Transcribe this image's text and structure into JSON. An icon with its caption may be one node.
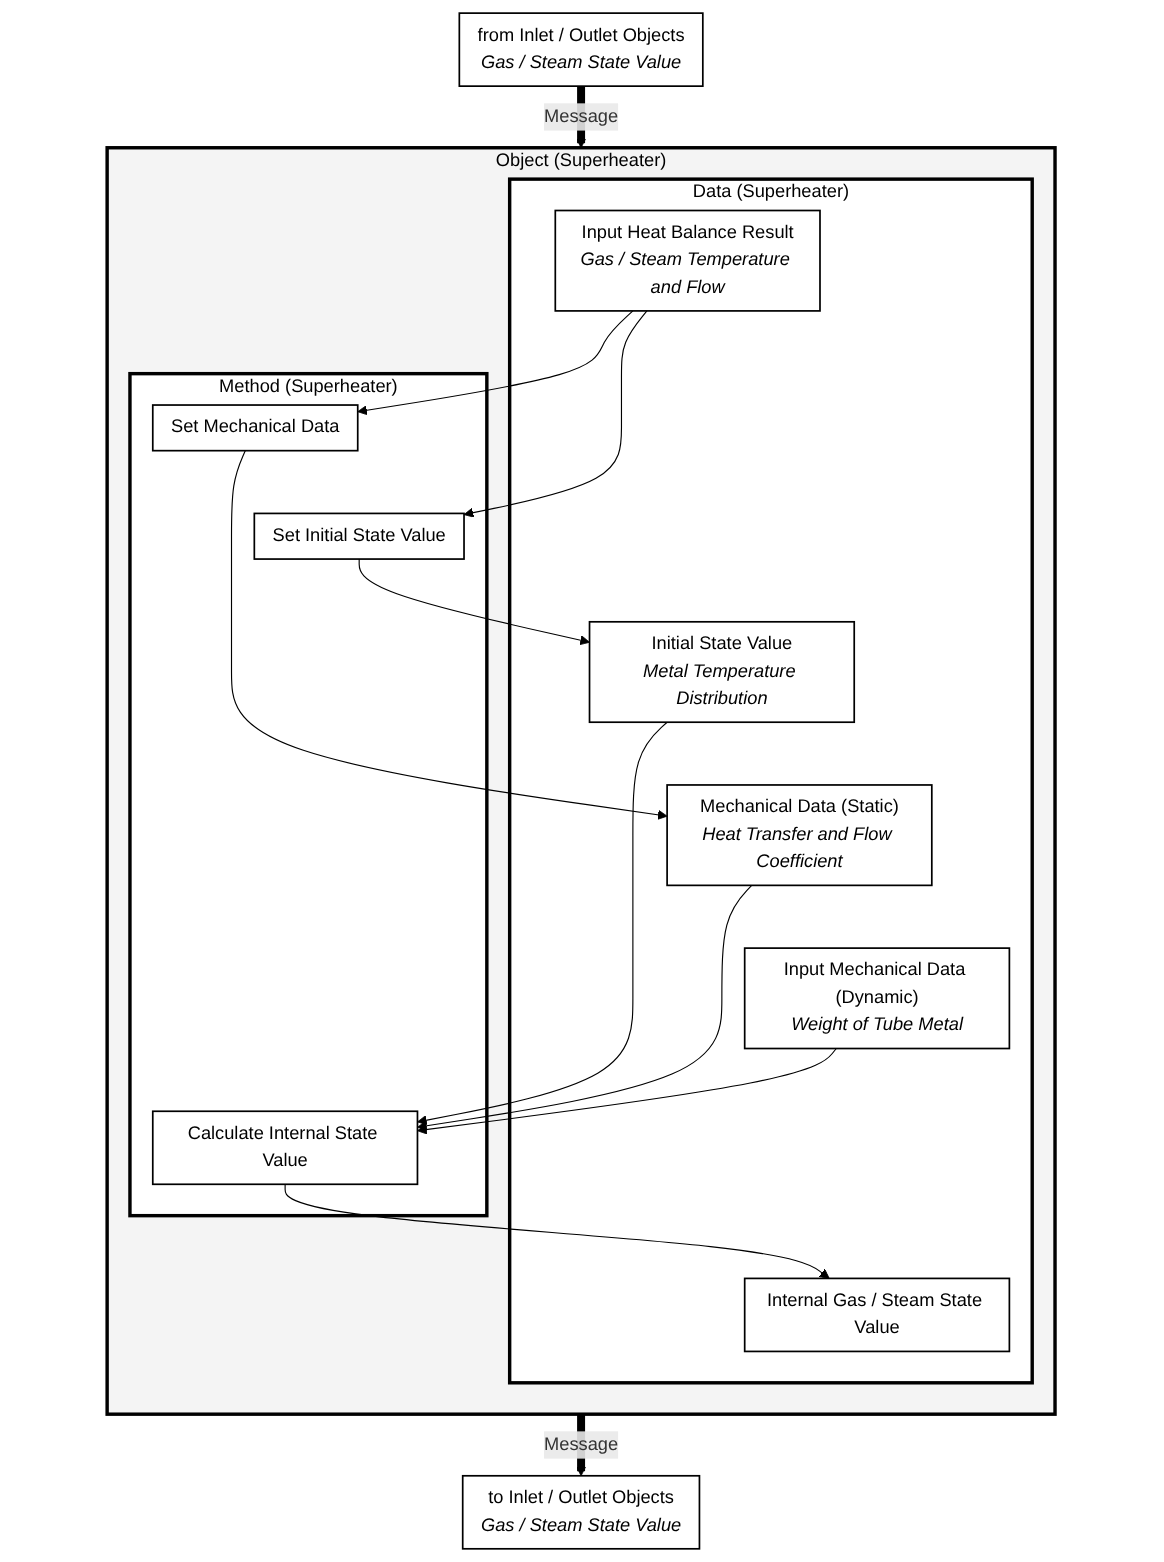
{
  "diagram": {
    "nodes": [
      {
        "text": [
          "from Inlet / Outlet Objects",
          "Gas / Steam State Value"
        ]
      },
      {
        "text": [
          "Object (Superheater)"
        ]
      },
      {
        "text": [
          "Method (Superheater)"
        ],
        "in": 1
      },
      {
        "text": [
          "Calculate Internal State Value"
        ],
        "in": 2
      },
      {
        "text": [
          "Set Mechanical Data"
        ],
        "in": 2
      },
      {
        "text": [
          "Set Initial State Value"
        ],
        "in": 2
      },
      {
        "text": [
          "Data (Superheater)"
        ],
        "in": 1
      },
      {
        "text": [
          "Input Heat Balance Result",
          "Gas / Steam Temperature and Flow"
        ],
        "in": 6
      },
      {
        "text": [
          "Initial State Value",
          "Metal Temperature Distribution"
        ],
        "in": 6
      },
      {
        "text": [
          "Mechanical Data (Static)",
          "Heat Transfer and Flow Coefficient"
        ],
        "in": 6
      },
      {
        "text": [
          "Input Mechanical Data (Dynamic)",
          "Weight of Tube Metal"
        ],
        "in": 6
      },
      {
        "text": [
          "Internal Gas / Steam State Value"
        ],
        "in": 6
      },
      {
        "text": [
          "to Inlet / Outlet Objects",
          "Gas / Steam State Value"
        ]
      }
    ],
    "edges": [
      {
        "from": 0,
        "to": 1,
        "arrow": "to",
        "label": "Message",
        "style": "thick"
      },
      {
        "from": 1,
        "to": 12,
        "arrow": "to",
        "label": "Message",
        "style": "thick"
      },
      {
        "from": 8,
        "to": 3,
        "arrow": "to"
      },
      {
        "from": 9,
        "to": 3,
        "arrow": "to"
      },
      {
        "from": 10,
        "to": 3,
        "arrow": "to"
      },
      {
        "from": 7,
        "to": 4,
        "arrow": "to"
      },
      {
        "from": 7,
        "to": 5,
        "arrow": "to"
      },
      {
        "from": 3,
        "to": 11,
        "arrow": "to"
      },
      {
        "from": 4,
        "to": 9,
        "arrow": "to"
      },
      {
        "from": 5,
        "to": 8,
        "arrow": "to"
      }
    ]
  }
}
